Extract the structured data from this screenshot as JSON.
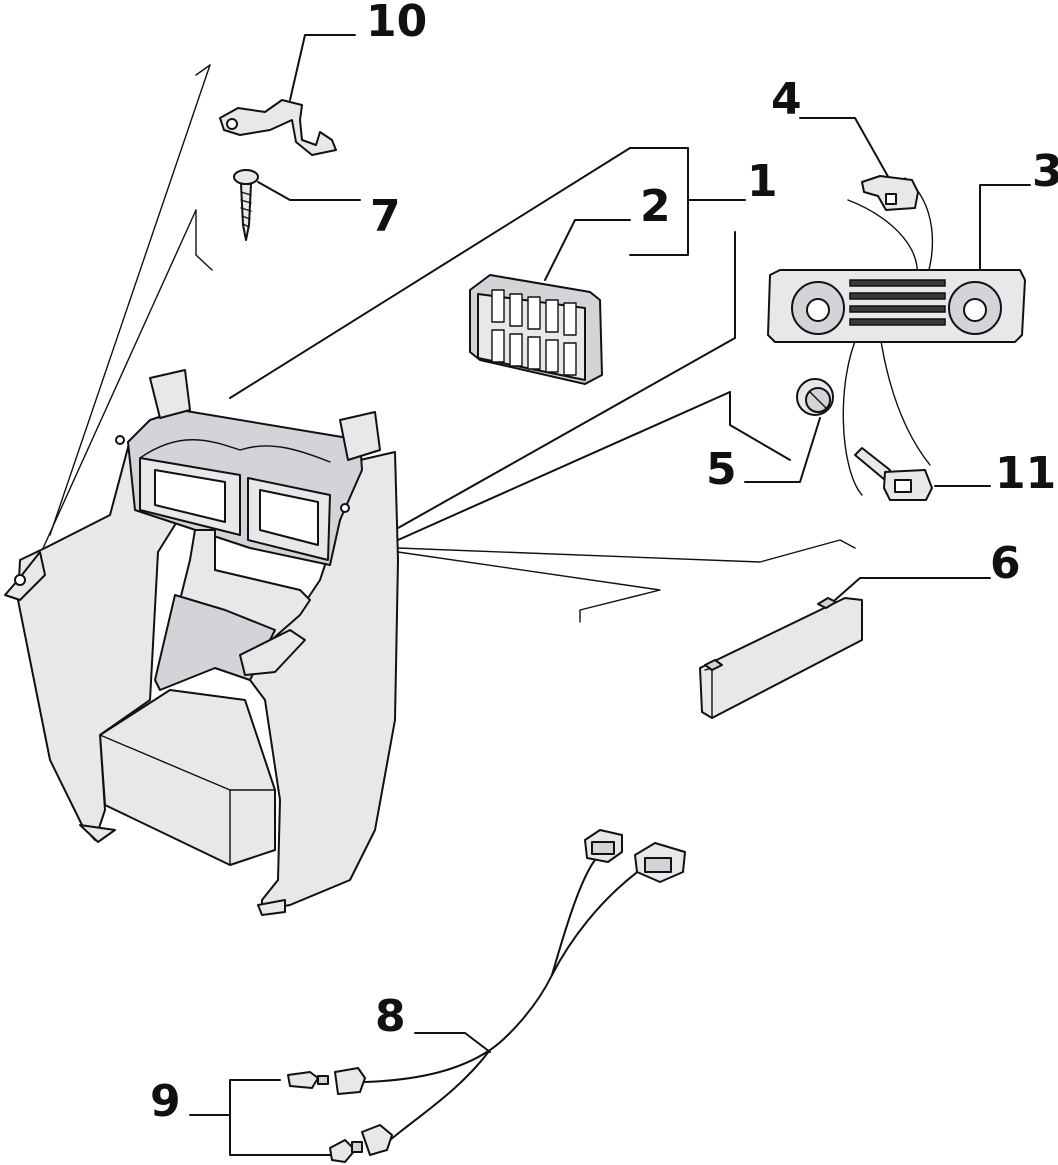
{
  "diagram": {
    "callouts": [
      {
        "id": "c10",
        "label": "10"
      },
      {
        "id": "c4",
        "label": "4"
      },
      {
        "id": "c3",
        "label": "3"
      },
      {
        "id": "c1",
        "label": "1"
      },
      {
        "id": "c2",
        "label": "2"
      },
      {
        "id": "c7",
        "label": "7"
      },
      {
        "id": "c5",
        "label": "5"
      },
      {
        "id": "c11",
        "label": "11"
      },
      {
        "id": "c6",
        "label": "6"
      },
      {
        "id": "c8",
        "label": "8"
      },
      {
        "id": "c9",
        "label": "9"
      }
    ],
    "colors": {
      "line": "#111111",
      "part_fill": "#e9e7ea",
      "background": "#ffffff"
    }
  }
}
